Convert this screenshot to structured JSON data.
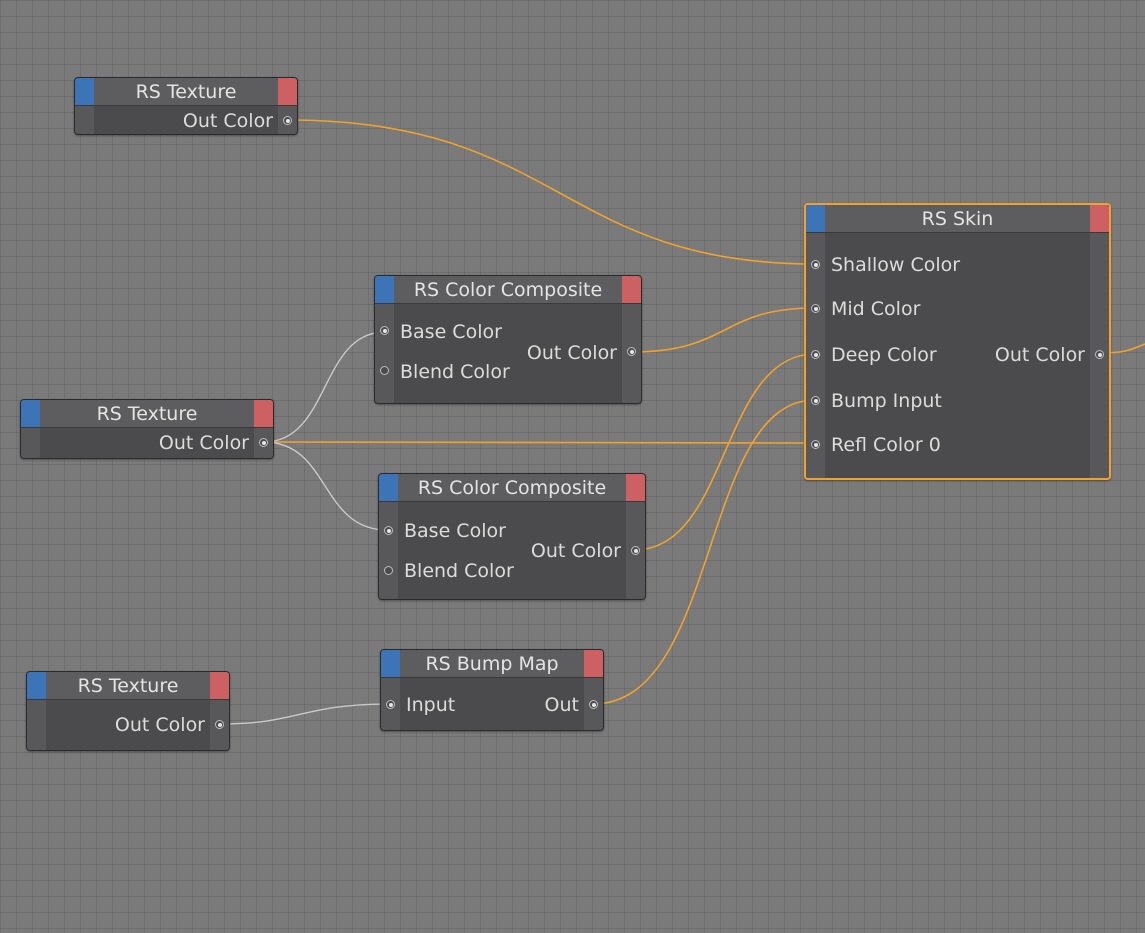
{
  "colors": {
    "background": "#7a7a7a",
    "node_body": "#4b4b4d",
    "header": "#5d5d5f",
    "input_cap": "#3d74b8",
    "output_cap": "#cc6062",
    "wire_active": "#f0a22e",
    "wire_inactive": "#c9c9c9",
    "selection": "#f0a22e"
  },
  "nodes": {
    "texture_1": {
      "title": "RS Texture",
      "outputs": [
        "Out Color"
      ]
    },
    "texture_2": {
      "title": "RS Texture",
      "outputs": [
        "Out Color"
      ]
    },
    "texture_3": {
      "title": "RS Texture",
      "outputs": [
        "Out Color"
      ]
    },
    "composite_1": {
      "title": "RS Color Composite",
      "inputs": [
        "Base Color",
        "Blend Color"
      ],
      "outputs": [
        "Out Color"
      ]
    },
    "composite_2": {
      "title": "RS Color Composite",
      "inputs": [
        "Base Color",
        "Blend Color"
      ],
      "outputs": [
        "Out Color"
      ]
    },
    "bump_map": {
      "title": "RS Bump Map",
      "inputs": [
        "Input"
      ],
      "outputs": [
        "Out"
      ]
    },
    "skin": {
      "title": "RS Skin",
      "selected": true,
      "inputs": [
        "Shallow Color",
        "Mid Color",
        "Deep Color",
        "Bump Input",
        "Refl Color 0"
      ],
      "outputs": [
        "Out Color"
      ]
    }
  },
  "connections": [
    {
      "from": "texture_1.Out Color",
      "to": "skin.Shallow Color",
      "style": "active"
    },
    {
      "from": "composite_1.Out Color",
      "to": "skin.Mid Color",
      "style": "active"
    },
    {
      "from": "composite_2.Out Color",
      "to": "skin.Deep Color",
      "style": "active"
    },
    {
      "from": "bump_map.Out",
      "to": "skin.Bump Input",
      "style": "active"
    },
    {
      "from": "texture_2.Out Color",
      "to": "skin.Refl Color 0",
      "style": "active"
    },
    {
      "from": "texture_2.Out Color",
      "to": "composite_1.Base Color",
      "style": "inactive"
    },
    {
      "from": "texture_2.Out Color",
      "to": "composite_2.Base Color",
      "style": "inactive"
    },
    {
      "from": "texture_3.Out Color",
      "to": "bump_map.Input",
      "style": "inactive"
    },
    {
      "from": "skin.Out Color",
      "to": "offscreen",
      "style": "active"
    }
  ]
}
